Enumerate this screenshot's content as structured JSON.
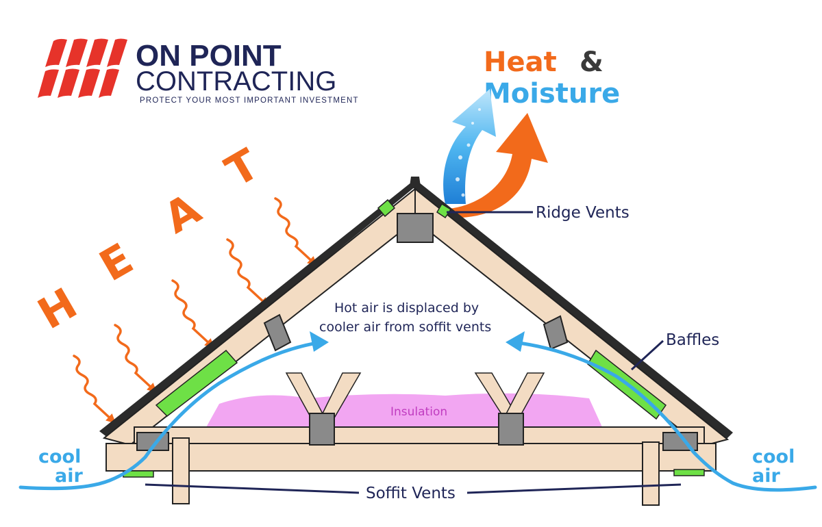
{
  "brand": {
    "name_line1": "ON POINT",
    "name_line2": "CONTRACTING",
    "tagline": "PROTECT YOUR MOST IMPORTANT INVESTMENT",
    "colors": {
      "logo_red": "#e6332a",
      "navy": "#1f2557"
    }
  },
  "header": {
    "heat_word": "Heat",
    "ampersand": "&",
    "moisture_word": "Moisture"
  },
  "heat_letters": [
    "H",
    "E",
    "A",
    "T"
  ],
  "labels": {
    "ridge_vents": "Ridge Vents",
    "baffles": "Baffles",
    "soffit_vents": "Soffit Vents",
    "insulation": "Insulation",
    "hot_air_line1": "Hot  air is displaced by",
    "hot_air_line2": "cooler air from soffit vents",
    "cool_left_line1": "cool",
    "cool_left_line2": "air",
    "cool_right_line1": "cool",
    "cool_right_line2": "air"
  },
  "colors": {
    "heat_orange": "#f26a1b",
    "moisture_blue": "#3aa9e8",
    "air_blue": "#3aa9e8",
    "wood": "#f3dcc3",
    "wood_outline": "#222222",
    "shingle": "#2b2b2b",
    "baffle_green": "#6ee046",
    "insulation_pink": "#f2a6f2",
    "insulation_text": "#c03cc0",
    "block_gray": "#8a8a8a",
    "label_navy": "#1f2557"
  },
  "icons": [
    "roof-tiles-logo-icon",
    "wavy-heat-arrow-icon",
    "water-droplet-arrow-icon",
    "heat-arrow-icon"
  ]
}
